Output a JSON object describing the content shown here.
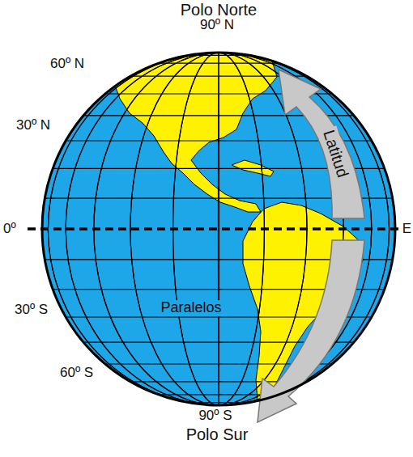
{
  "diagram": {
    "labels": [
      "Polo Norte",
      "90º N",
      "60º N",
      "30º N",
      "0º",
      "E",
      "Latitud",
      "Paralelos",
      "30º S",
      "60º S",
      "90º S",
      "Polo Sur"
    ]
  }
}
